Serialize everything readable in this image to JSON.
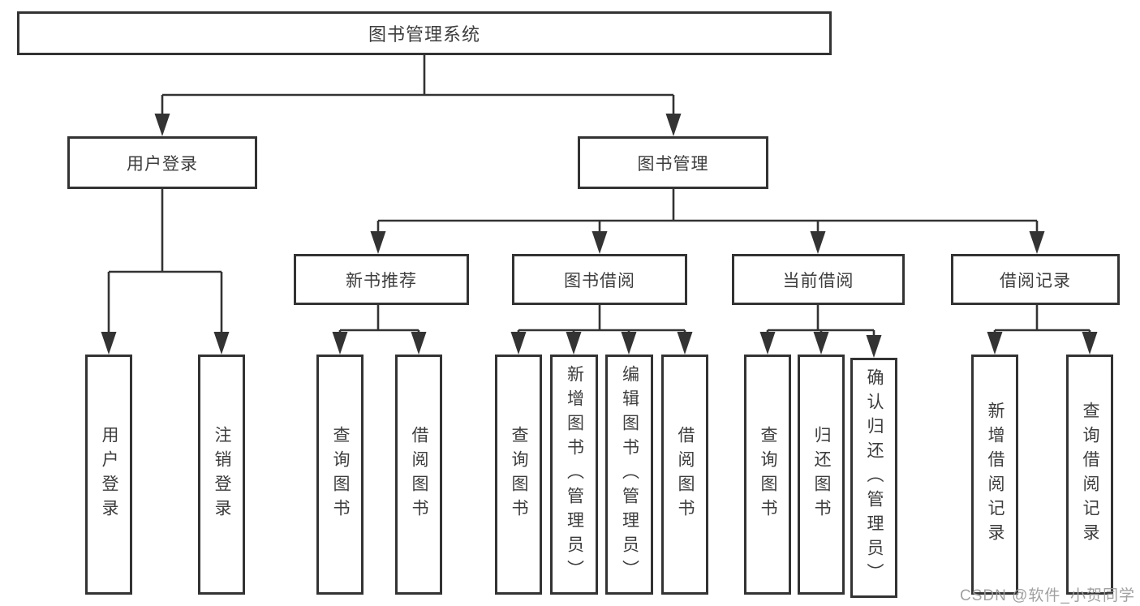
{
  "tree": {
    "root": {
      "label": "图书管理系统"
    },
    "branches": [
      {
        "label": "用户登录",
        "children": [
          {
            "label": "用户登录"
          },
          {
            "label": "注销登录"
          }
        ]
      },
      {
        "label": "图书管理",
        "groups": [
          {
            "label": "新书推荐",
            "children": [
              {
                "label": "查询图书"
              },
              {
                "label": "借阅图书"
              }
            ]
          },
          {
            "label": "图书借阅",
            "children": [
              {
                "label": "查询图书"
              },
              {
                "label": "新增图书（管理员）"
              },
              {
                "label": "编辑图书（管理员）"
              },
              {
                "label": "借阅图书"
              }
            ]
          },
          {
            "label": "当前借阅",
            "children": [
              {
                "label": "查询图书"
              },
              {
                "label": "归还图书"
              },
              {
                "label": "确认归还（管理员）"
              }
            ]
          },
          {
            "label": "借阅记录",
            "children": [
              {
                "label": "新增借阅记录"
              },
              {
                "label": "查询借阅记录"
              }
            ]
          }
        ]
      }
    ]
  },
  "watermark": {
    "text": "CSDN @软件_小贺同学"
  },
  "colors": {
    "line": "#333333",
    "box_border": "#333333",
    "text": "#3d3d3d",
    "background": "#ffffff",
    "watermark": "#9b9b9b"
  }
}
